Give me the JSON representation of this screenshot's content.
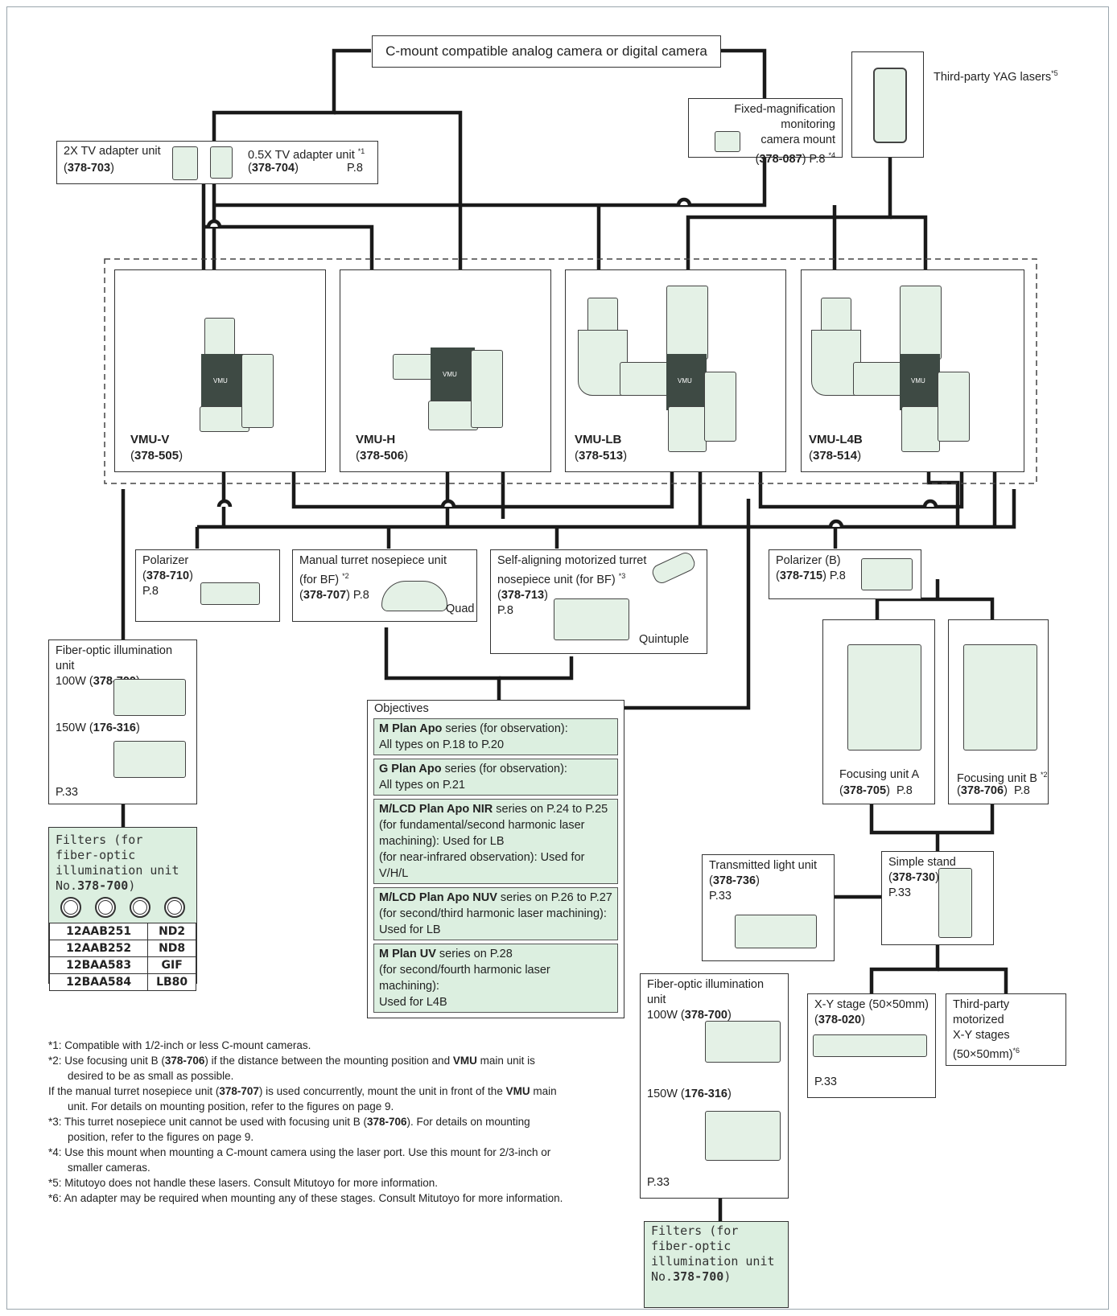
{
  "camera": {
    "label": "C-mount compatible analog camera or digital camera"
  },
  "yag": {
    "label": "Third-party YAG lasers",
    "note": "*5"
  },
  "monitor_mount": {
    "line1": "Fixed-magnification monitoring",
    "line2": "camera mount",
    "code": "378-087",
    "page": "P.8",
    "note": "*4"
  },
  "tv_adapters": {
    "a_label": "2X TV adapter unit",
    "a_code": "378-703",
    "b_label": "0.5X TV adapter unit",
    "b_note": "*1",
    "b_code": "378-704",
    "page": "P.8"
  },
  "vmu_units": [
    {
      "name": "VMU-V",
      "code": "378-505"
    },
    {
      "name": "VMU-H",
      "code": "378-506"
    },
    {
      "name": "VMU-LB",
      "code": "378-513"
    },
    {
      "name": "VMU-L4B",
      "code": "378-514"
    }
  ],
  "unit_brand": "VMU",
  "polarizer": {
    "label": "Polarizer",
    "code": "378-710",
    "page": "P.8"
  },
  "polarizer_b": {
    "label": "Polarizer (B)",
    "code": "378-715",
    "page": "P.8"
  },
  "manual_turret": {
    "line1": "Manual turret nosepiece unit",
    "line2": "(for BF)",
    "note": "*2",
    "code": "378-707",
    "page": "P.8",
    "type": "Quad"
  },
  "motor_turret": {
    "line1": "Self-aligning motorized turret",
    "line2": "nosepiece unit (for BF)",
    "note": "*3",
    "code": "378-713",
    "page": "P.8",
    "type": "Quintuple"
  },
  "fiber_left": {
    "title": "Fiber-optic illumination unit",
    "w100": "100W",
    "code100": "378-700",
    "w150": "150W",
    "code150": "176-316",
    "page": "P.33"
  },
  "fiber_right": {
    "title": "Fiber-optic illumination unit",
    "w100": "100W",
    "code100": "378-700",
    "w150": "150W",
    "code150": "176-316",
    "page": "P.33"
  },
  "filters": {
    "line1": "Filters (for fiber-optic",
    "line2": "illumination unit",
    "line3_prefix": "No.",
    "code": "378-700",
    "line3_suffix": ")",
    "rows": [
      [
        "12AAB251",
        "ND2"
      ],
      [
        "12AAB252",
        "ND8"
      ],
      [
        "12BAA583",
        "GIF"
      ],
      [
        "12BAA584",
        "LB80"
      ]
    ]
  },
  "objectives": {
    "title": "Objectives",
    "items": [
      {
        "bold": "M Plan Apo",
        "rest": " series (for observation):",
        "lines": [
          "All types on P.18 to P.20"
        ]
      },
      {
        "bold": "G Plan Apo",
        "rest": " series (for observation):",
        "lines": [
          "All types on P.21"
        ]
      },
      {
        "bold": "M/LCD Plan Apo NIR",
        "rest": " series on P.24 to P.25",
        "lines": [
          "(for fundamental/second harmonic laser",
          "machining): Used for LB",
          "(for near-infrared observation): Used for V/H/L"
        ]
      },
      {
        "bold": "M/LCD Plan Apo NUV",
        "rest": " series on P.26 to P.27",
        "lines": [
          "(for second/third harmonic laser machining):",
          "Used for LB"
        ]
      },
      {
        "bold": "M Plan UV",
        "rest": " series on P.28",
        "lines": [
          "(for second/fourth harmonic laser machining):",
          "Used for L4B"
        ]
      }
    ]
  },
  "focus_a": {
    "label": "Focusing unit A",
    "code": "378-705",
    "page": "P.8"
  },
  "focus_b": {
    "label": "Focusing unit B",
    "note": "*2",
    "code": "378-706",
    "page": "P.8"
  },
  "transmitted": {
    "label": "Transmitted light unit",
    "code": "378-736",
    "page": "P.33"
  },
  "stand": {
    "label": "Simple stand",
    "code": "378-730",
    "page": "P.33"
  },
  "xy_stage": {
    "label": "X-Y stage (50×50mm)",
    "code": "378-020",
    "page": "P.33"
  },
  "third_party_stage": {
    "line1": "Third-party motorized",
    "line2": "X-Y stages",
    "line3": "(50×50mm)",
    "note": "*6"
  },
  "footnotes": [
    [
      "*1: ",
      "Compatible with 1/2-inch or less C-mount cameras."
    ],
    [
      "*2: ",
      "Use focusing unit B (",
      "378-706",
      ") if the distance between the mounting position and ",
      "VMU",
      " main unit is desired to be as small as possible."
    ],
    [
      "",
      "If the manual turret nosepiece unit (",
      "378-707",
      ") is used concurrently, mount the unit in front of the ",
      "VMU",
      " main unit. For details on mounting position, refer to the figures on page 9."
    ],
    [
      "*3: ",
      "This turret nosepiece unit cannot be used with focusing unit B (",
      "378-706",
      "). For details on mounting position, refer to the figures on page 9."
    ],
    [
      "*4: ",
      "Use this mount when mounting a C-mount camera using the laser port. Use this mount for 2/3-inch or smaller cameras."
    ],
    [
      "*5: ",
      "Mitutoyo does not handle these lasers. Consult Mitutoyo for more information."
    ],
    [
      "*6: ",
      "An adapter may be required when mounting any of these stages. Consult Mitutoyo for more information."
    ]
  ]
}
